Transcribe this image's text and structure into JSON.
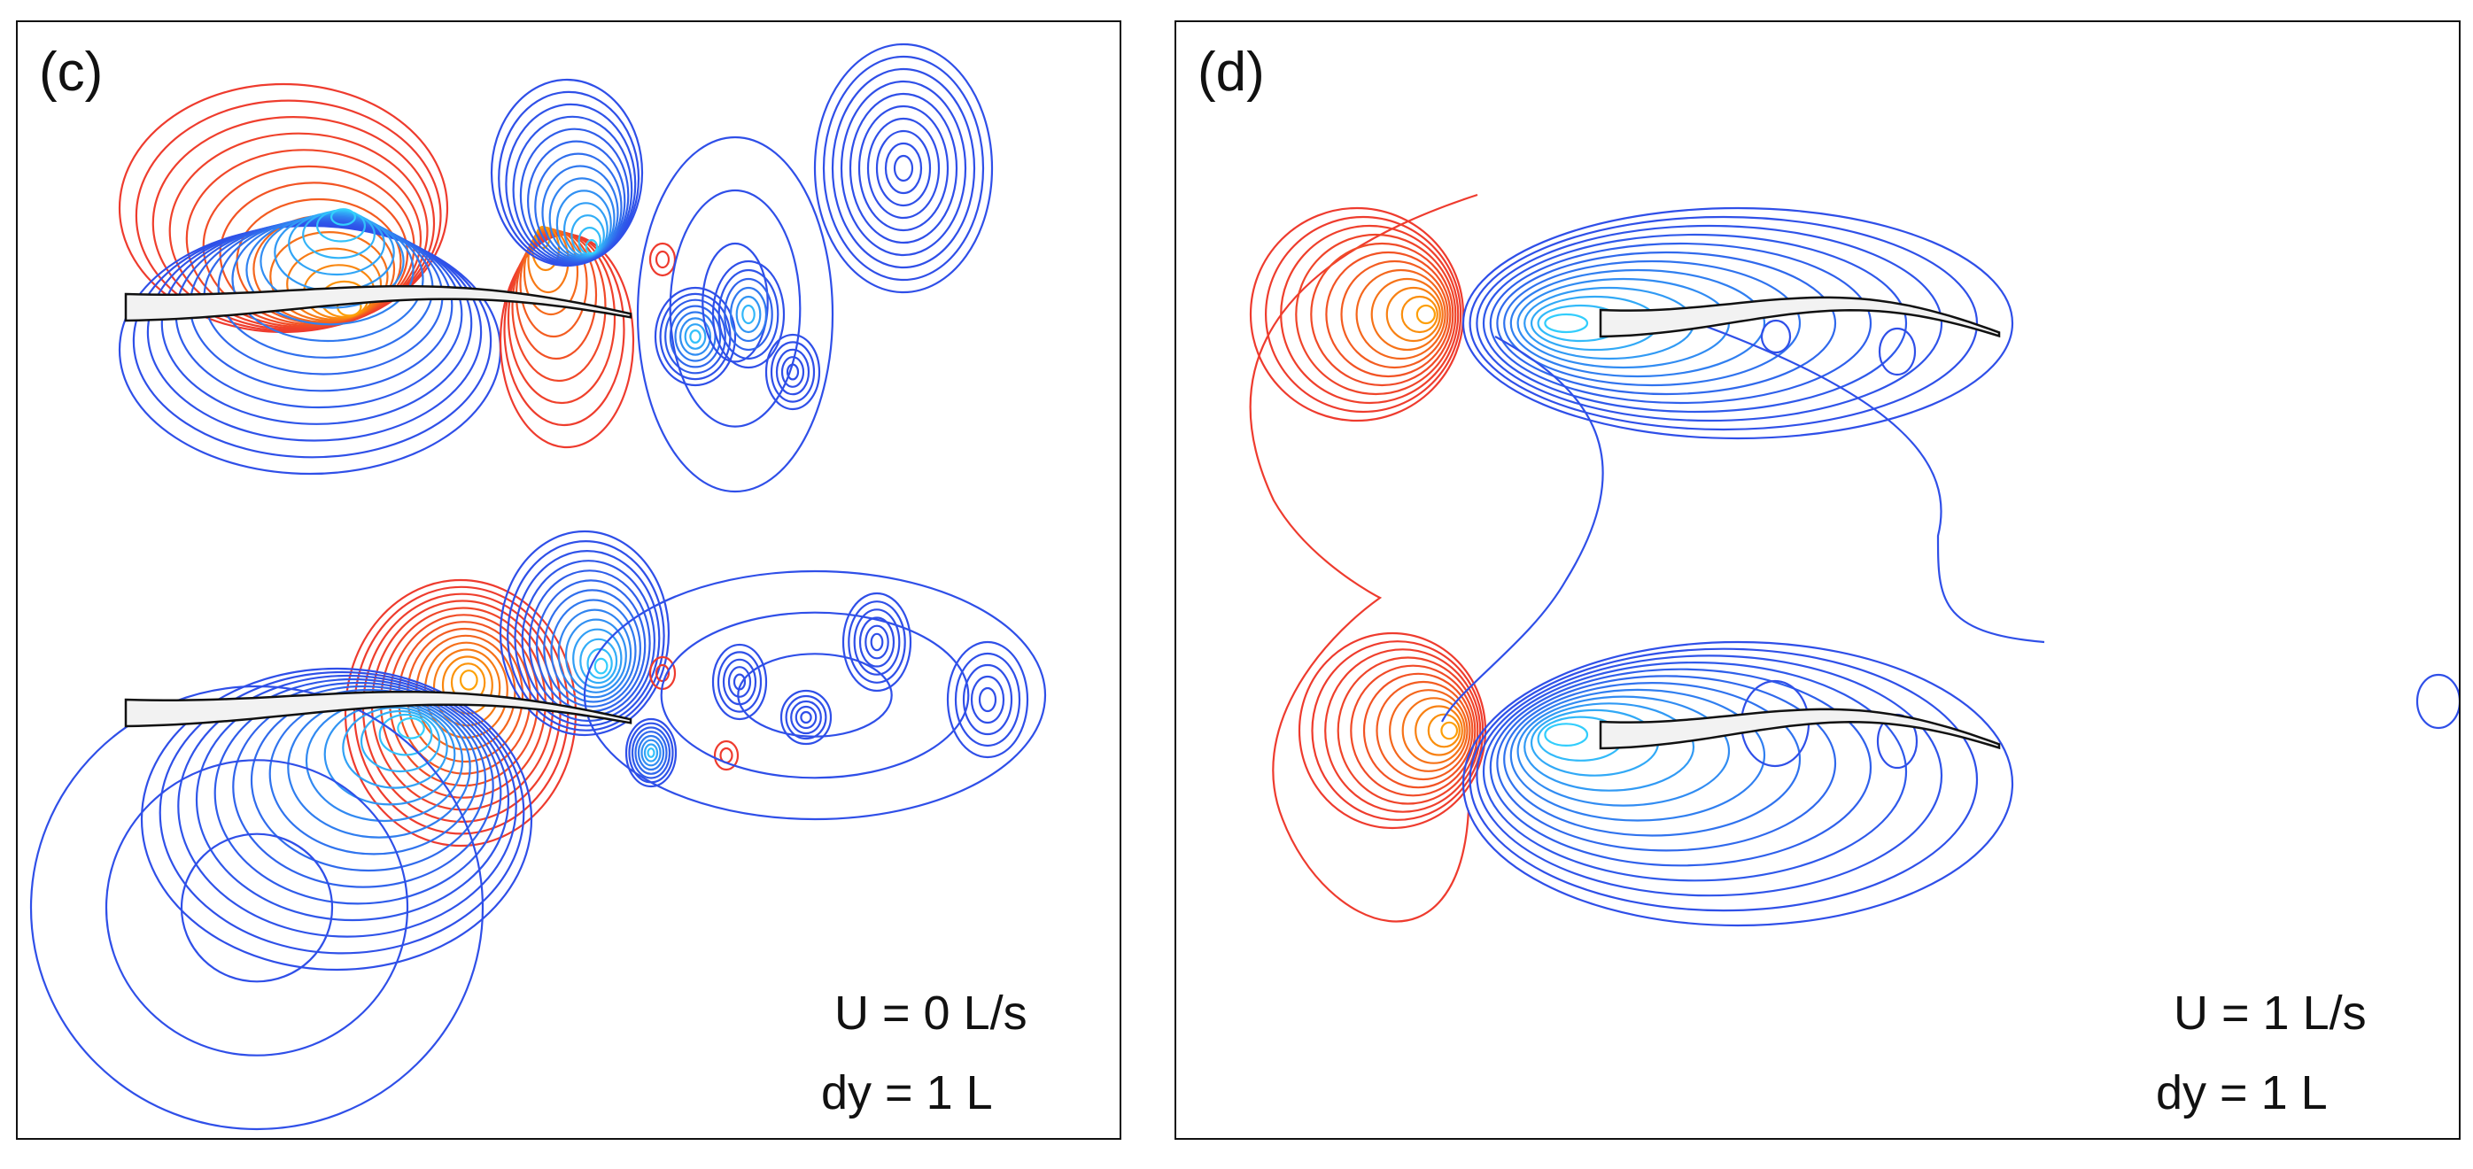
{
  "panels": [
    {
      "label": "(c)",
      "velocity": "U = 0 L/s",
      "spacing": "dy = 1 L"
    },
    {
      "label": "(d)",
      "velocity": "U = 1 L/s",
      "spacing": "dy = 1 L"
    }
  ],
  "colors": {
    "positive_contour": "#ee3b2e",
    "negative_contour": "#2f4fe8",
    "hot_core": "#ffb000",
    "cold_core": "#33e0ff",
    "frame": "#111111"
  }
}
